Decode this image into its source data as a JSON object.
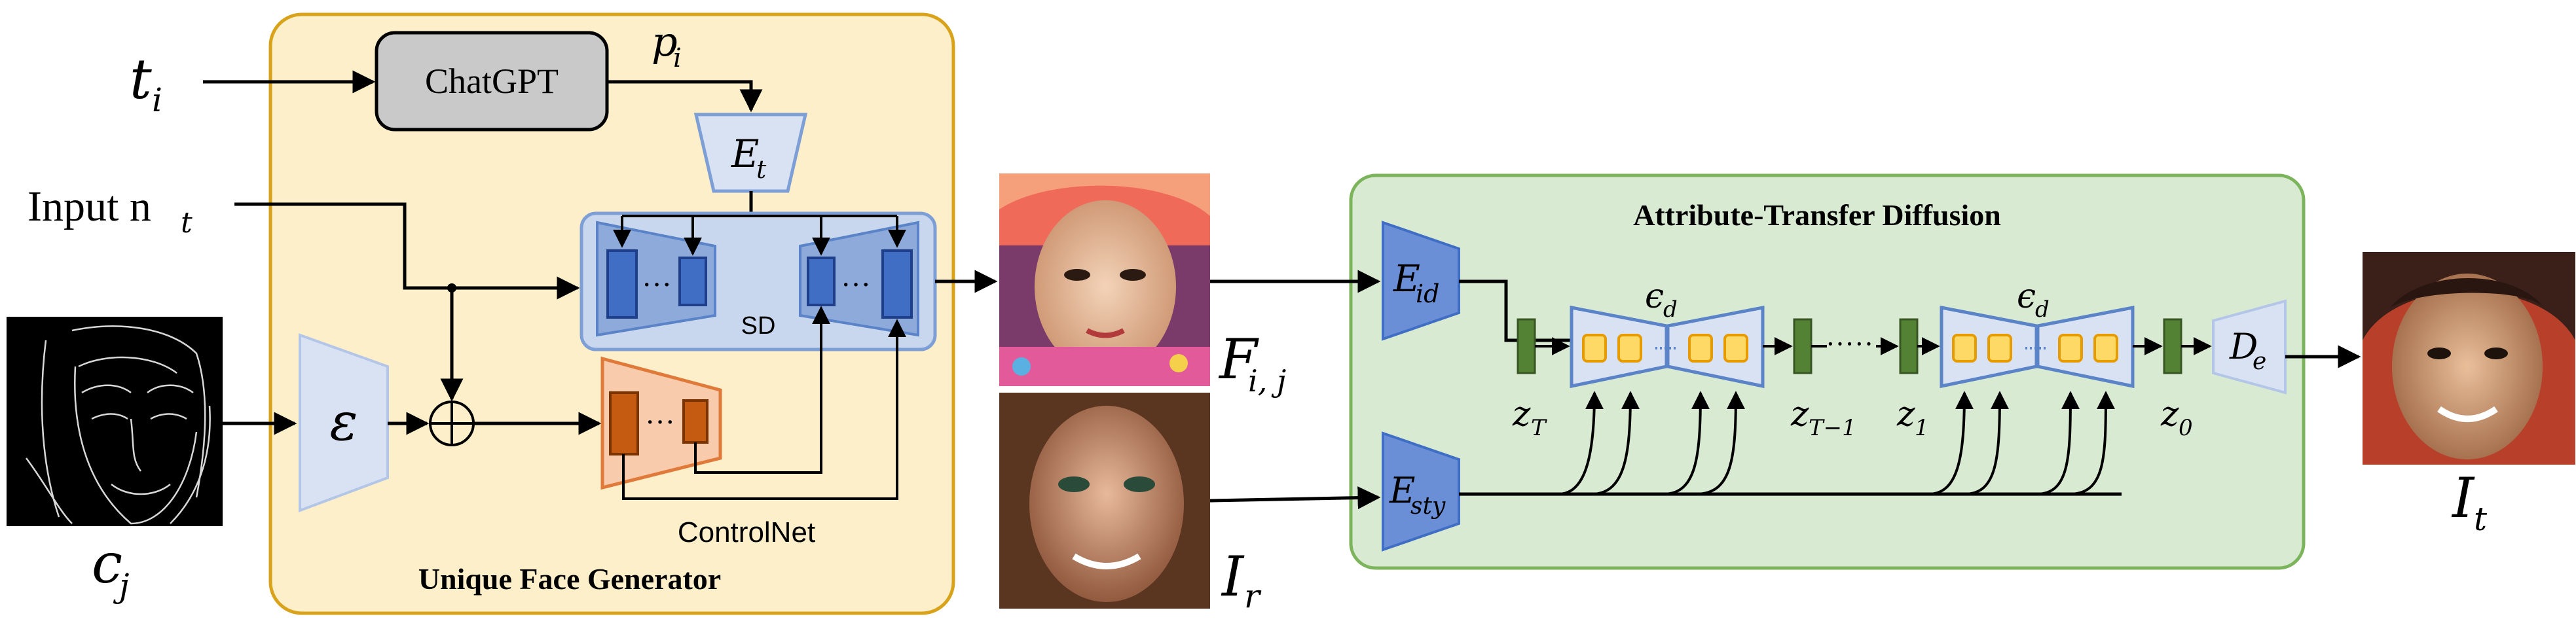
{
  "colors": {
    "ufg_fill": "#fdefc9",
    "ufg_stroke": "#d9a21b",
    "atd_fill": "#d9ead3",
    "atd_stroke": "#7cb45c",
    "sd_fill": "#c8d6ee",
    "sd_stroke": "#7d9fd6",
    "block_blue": "#3f6ec4",
    "trap_blue": "#6b8fd6",
    "trap_light": "#d9e2f3",
    "controlnet_fill": "#f8cbad",
    "controlnet_stroke": "#e07a3a",
    "controlnet_block": "#c55a11",
    "latent_green": "#548235",
    "unet_cell": "#ffd966",
    "unet_cell_stroke": "#e69b00",
    "chatgpt_fill": "#c9c9c9"
  },
  "left": {
    "t_label": "t",
    "t_sub": "i",
    "input_label": "Input n",
    "input_sub": "t",
    "cj_label": "c",
    "cj_sub": "j",
    "p_label": "p",
    "p_sub": "i"
  },
  "ufg": {
    "title": "Unique Face Generator",
    "chatgpt": "ChatGPT",
    "encoder_text": "E",
    "encoder_sub": "t",
    "sd_label": "SD",
    "controlnet_label": "ControlNet",
    "vae_label": "ε",
    "dots": "···",
    "add_symbol": "⊕"
  },
  "middle": {
    "F_label": "F",
    "F_sub": "i, j",
    "Ir_label": "I",
    "Ir_sub": "r"
  },
  "atd": {
    "title": "Attribute-Transfer Diffusion",
    "E_id": "E",
    "E_id_sub": "id",
    "E_sty": "E",
    "E_sty_sub": "sty",
    "eps_left": "ϵ",
    "eps_left_sub": "d",
    "eps_right": "ϵ",
    "eps_right_sub": "d",
    "zT": "z",
    "zT_sub": "T",
    "zT1": "z",
    "zT1_sub": "T−1",
    "z1": "z",
    "z1_sub": "1",
    "z0": "z",
    "z0_sub": "0",
    "De": "D",
    "De_sub": "e",
    "dots": "·····"
  },
  "right": {
    "It_label": "I",
    "It_sub": "t"
  }
}
